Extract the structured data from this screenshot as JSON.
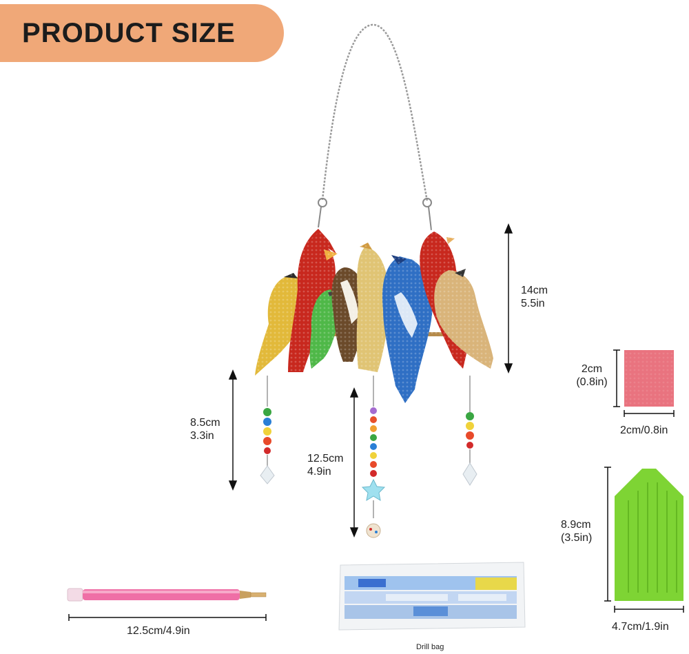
{
  "banner": {
    "title": "PRODUCT SIZE"
  },
  "measurements": {
    "ornament_height_cm": "14cm",
    "ornament_height_in": "5.5in",
    "left_drop_cm": "8.5cm",
    "left_drop_in": "3.3in",
    "center_drop_cm": "12.5cm",
    "center_drop_in": "4.9in",
    "square_side_cm": "2cm",
    "square_side_in": "(0.8in)",
    "square_width": "2cm/0.8in",
    "tray_height_cm": "8.9cm",
    "tray_height_in": "(3.5in)",
    "tray_width": "4.7cm/1.9in",
    "pen_length": "12.5cm/4.9in"
  },
  "labels": {
    "drill_bag": "Drill bag"
  },
  "colors": {
    "banner": "#f0a878",
    "cardinal_red": "#c8281e",
    "blue_jay": "#2f6fc4",
    "pink_square": "#e9737f",
    "tray_green": "#7ed434",
    "pen_pink": "#ef6fa6"
  }
}
